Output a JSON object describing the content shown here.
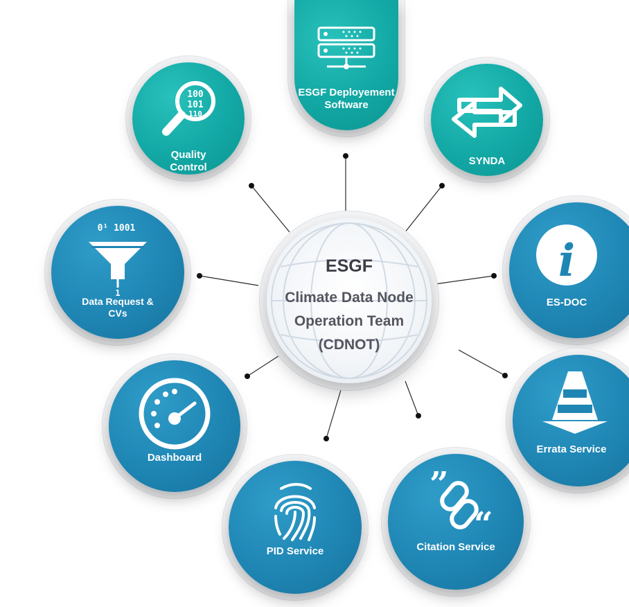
{
  "center": {
    "title": "ESGF",
    "subtitle": "Climate Data Node\n     Operation Team\n     (CDNOT)"
  },
  "nodes": {
    "deployment": {
      "label": "ESGF Deployement\nSoftware",
      "icon": "server-icon"
    },
    "quality": {
      "label": "Quality\nControl",
      "icon": "magnifier-binary-icon"
    },
    "synda": {
      "label": "SYNDA",
      "icon": "exchange-arrows-icon"
    },
    "data_request": {
      "label": "Data Request &\nCVs",
      "icon": "funnel-icon"
    },
    "esdoc": {
      "label": "ES-DOC",
      "icon": "info-icon"
    },
    "dashboard": {
      "label": "Dashboard",
      "icon": "gauge-icon"
    },
    "errata": {
      "label": "Errata Service",
      "icon": "traffic-cone-icon"
    },
    "pid": {
      "label": "PID Service",
      "icon": "fingerprint-icon"
    },
    "citation": {
      "label": "Citation Service",
      "icon": "link-quote-icon"
    }
  },
  "colors": {
    "teal": "#12a8a5",
    "blue": "#1f86b4",
    "center_text": "#3c3c46"
  }
}
